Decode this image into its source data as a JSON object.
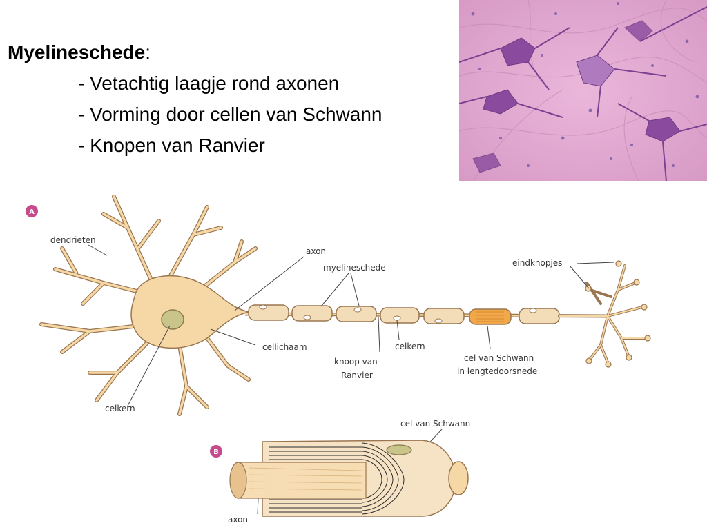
{
  "slide": {
    "heading": "Myelineschede",
    "heading_suffix": ":",
    "bullets": [
      "- Vetachtig laagje rond axonen",
      "- Vorming door cellen van Schwann",
      "- Knopen van Ranvier"
    ]
  },
  "diagram_a": {
    "badge": "A",
    "labels": {
      "dendrieten": "dendrieten",
      "axon": "axon",
      "myelineschede": "myelineschede",
      "eindknopjes": "eindknopjes",
      "cellichaam": "cellichaam",
      "knoop_van_ranvier_1": "knoop van",
      "knoop_van_ranvier_2": "Ranvier",
      "celkern_axon": "celkern",
      "cel_van_schwann_1": "cel van Schwann",
      "cel_van_schwann_2": "in lengtedoorsnede",
      "celkern_body": "celkern"
    }
  },
  "diagram_b": {
    "badge": "B",
    "labels": {
      "cel_van_schwann": "cel van Schwann",
      "axon": "axon"
    }
  },
  "colors": {
    "neuron_fill": "#f6d7a6",
    "neuron_stroke": "#9a7650",
    "nucleus": "#c9c48a",
    "badge": "#c54b8c",
    "schwann_highlight": "#f0a84a"
  }
}
